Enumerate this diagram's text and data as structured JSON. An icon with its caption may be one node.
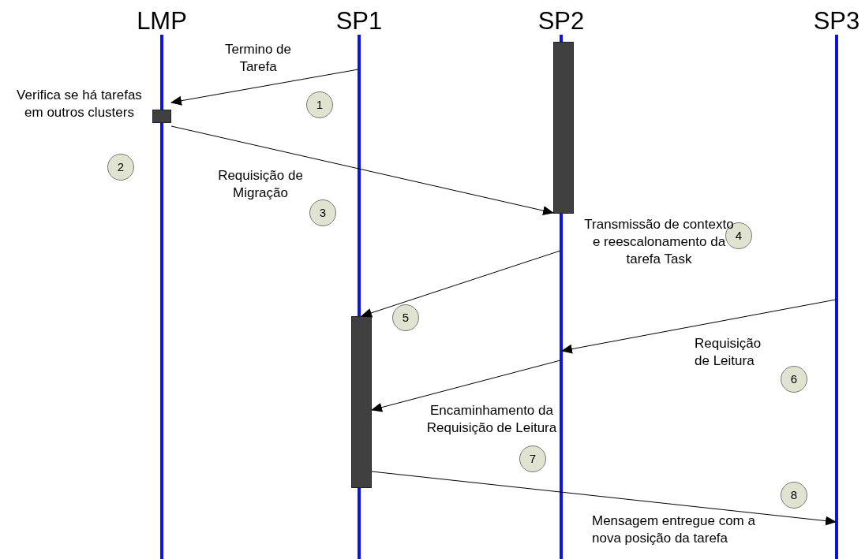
{
  "diagram": {
    "nodes": [
      {
        "text": [
          "LMP"
        ]
      },
      {
        "text": [],
        "shape": "bar",
        "in": 0
      },
      {
        "text": [
          "SP1"
        ]
      },
      {
        "text": [],
        "shape": "bar",
        "in": 2
      },
      {
        "text": [
          "SP2"
        ]
      },
      {
        "text": [],
        "shape": "bar",
        "in": 4
      },
      {
        "text": [
          "SP3"
        ]
      },
      {
        "text": [
          "1"
        ]
      },
      {
        "text": [
          "2"
        ]
      },
      {
        "text": [
          "3"
        ]
      },
      {
        "text": [
          "4"
        ]
      },
      {
        "text": [
          "5"
        ]
      },
      {
        "text": [
          "6"
        ]
      },
      {
        "text": [
          "7"
        ]
      },
      {
        "text": [
          "8"
        ]
      }
    ],
    "edges": [
      {
        "from": 2,
        "to": 1,
        "arrow": "to",
        "label": "Termino de Tarefa"
      },
      {
        "from": 1,
        "to": 5,
        "arrow": "to",
        "label": "Requisição de Migração"
      },
      {
        "from": 4,
        "to": 3,
        "arrow": "to",
        "label": "Transmissão de contexto e reescalonamento da tarefa Task"
      },
      {
        "from": 6,
        "to": 4,
        "arrow": "to",
        "label": "Requisição de Leitura"
      },
      {
        "from": 4,
        "to": 3,
        "arrow": "to",
        "label": "Encaminhamento da Requisição de Leitura"
      },
      {
        "from": 3,
        "to": 6,
        "arrow": "to",
        "label": "Mensagem entregue com a nova posição da tarefa"
      }
    ],
    "labels": [
      "Verifica se há tarefas em outros clusters"
    ]
  }
}
